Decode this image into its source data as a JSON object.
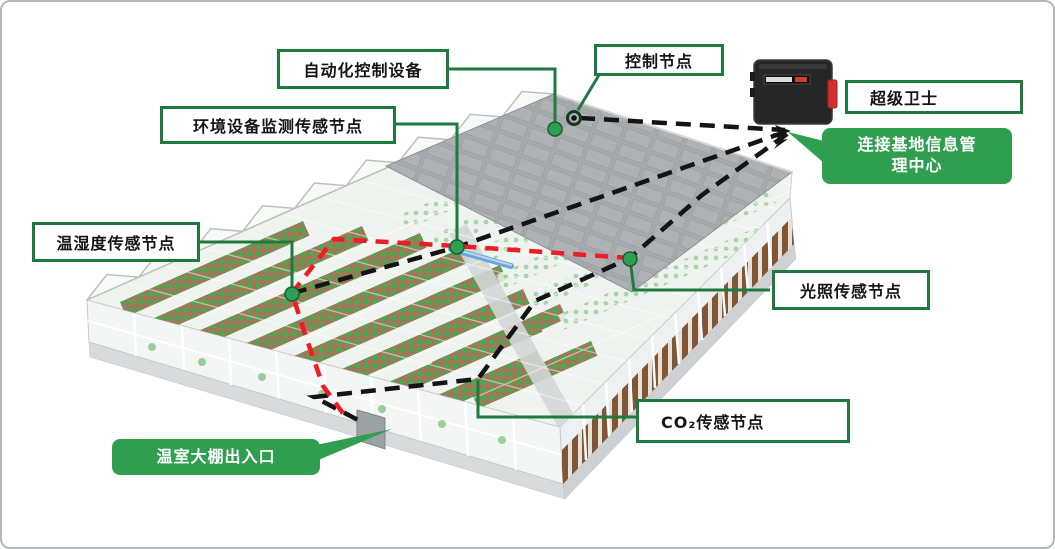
{
  "canvas": {
    "background": "#ffffff",
    "border_color": "#b3b8bb"
  },
  "callouts": {
    "automation_control": {
      "label": "自动化控制设备"
    },
    "control_node": {
      "label": "控制节点"
    },
    "super_guard": {
      "label": "超级卫士"
    },
    "connect_center": {
      "line1": "连接基地信息管",
      "line2": "理中心"
    },
    "env_device_node": {
      "label": "环境设备监测传感节点"
    },
    "temp_humidity_node": {
      "label": "温湿度传感节点"
    },
    "light_node": {
      "label": "光照传感节点"
    },
    "co2_node": {
      "label": "CO₂传感节点"
    },
    "entrance": {
      "label": "温室大棚出入口"
    }
  },
  "colors": {
    "callout_border_green": "#1f7a3d",
    "bubble_green": "#2f9e4e",
    "leader_green": "#1f7a3d",
    "sensor_dot_green": "#2fa052",
    "link_dash_black": "#141414",
    "route_dash_red": "#ee1c24",
    "roof_gray": "#a5a9ac",
    "wall_panel_brown": "#7b4e2d",
    "device_body_black": "#262626",
    "device_accent_red": "#d32f2f",
    "pipe_blue": "#6aa7dc"
  }
}
